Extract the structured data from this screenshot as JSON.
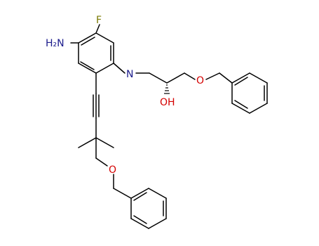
{
  "molecule": {
    "bond_color": "#000000",
    "atoms": {
      "nh2": {
        "text": "H₂N",
        "color": "#1b1b8c"
      },
      "f": {
        "text": "F",
        "color": "#7a7a00"
      },
      "nh": {
        "text": "N",
        "color": "#1b1b8c"
      },
      "oh": {
        "text": "OH",
        "color": "#d40000"
      },
      "o_upper": {
        "text": "O",
        "color": "#d40000"
      },
      "o_lower": {
        "text": "O",
        "color": "#d40000"
      }
    }
  }
}
